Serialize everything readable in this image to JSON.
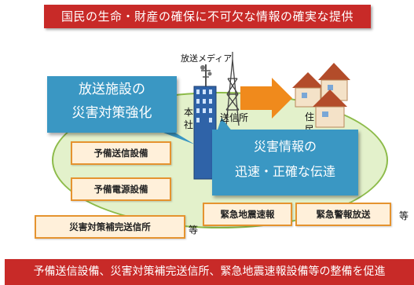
{
  "top_banner": "国民の生命・財産の確保に不可欠な情報の確実な提供",
  "bottom_banner": "予備送信設備、災害対策補完送信所、緊急地震速報設備等の整備を促進",
  "media_label": "放送メディア",
  "hq_label_1": "本",
  "hq_label_2": "社",
  "transmitter_label": "送信所",
  "resident_label_1": "住",
  "resident_label_2": "民",
  "callout_left": [
    "放送施設の",
    "災害対策強化"
  ],
  "callout_right": [
    "災害情報の",
    "迅速・正確な伝達"
  ],
  "boxes": [
    "予備送信設備",
    "予備電源設備",
    "災害対策補完送信所",
    "緊急地震速報",
    "緊急警報放送"
  ],
  "etc_1": "等",
  "etc_2": "等",
  "colors": {
    "banner": "#c82a28",
    "callout": "#3a97c3",
    "ellipse": "#e3f1cb",
    "box_border": "#e5932f",
    "arrow": "#f08a1c"
  }
}
